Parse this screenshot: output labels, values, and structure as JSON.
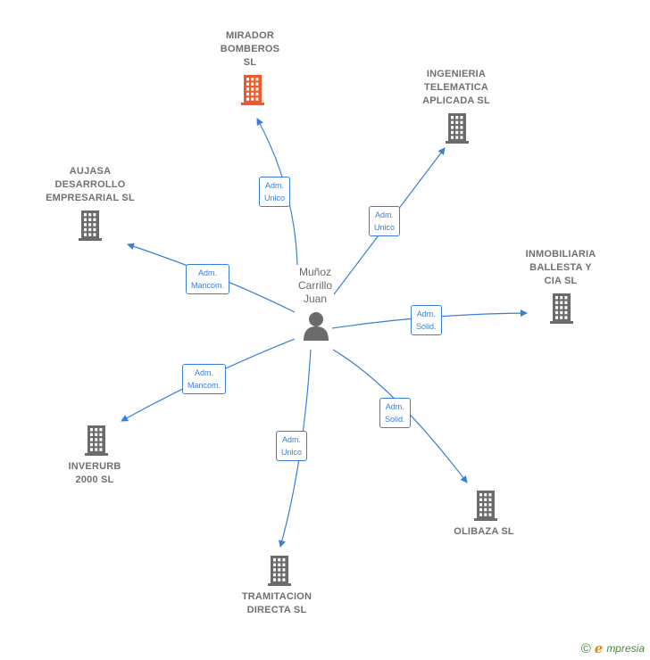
{
  "colors": {
    "edge": "#3a7fd5",
    "building": "#6b6b6b",
    "building_focus": "#f05a2a"
  },
  "center": {
    "label": "Muñoz\nCarrillo\nJuan",
    "icon": "person-icon"
  },
  "companies": [
    {
      "id": "mirador",
      "label": "MIRADOR\nBOMBEROS\nSL",
      "role": "Adm.\nUnico",
      "focus": true
    },
    {
      "id": "ingenieria",
      "label": "INGENIERIA\nTELEMATICA\nAPLICADA  SL",
      "role": "Adm.\nUnico",
      "focus": false
    },
    {
      "id": "aujasa",
      "label": "AUJASA\nDESARROLLO\nEMPRESARIAL SL",
      "role": "Adm.\nMancom.",
      "focus": false
    },
    {
      "id": "inmobiliaria",
      "label": "INMOBILIARIA\nBALLESTA Y\nCIA  SL",
      "role": "Adm.\nSolid.",
      "focus": false
    },
    {
      "id": "inverurb",
      "label": "INVERURB\n2000 SL",
      "role": "Adm.\nMancom.",
      "focus": false
    },
    {
      "id": "olibaza",
      "label": "OLIBAZA  SL",
      "role": "Adm.\nSolid.",
      "focus": false
    },
    {
      "id": "tramitacion",
      "label": "TRAMITACION\nDIRECTA SL",
      "role": "Adm.\nUnico",
      "focus": false
    }
  ],
  "footer": {
    "copyright": "©",
    "brand_initial": "e",
    "brand_rest": "mpresia"
  }
}
